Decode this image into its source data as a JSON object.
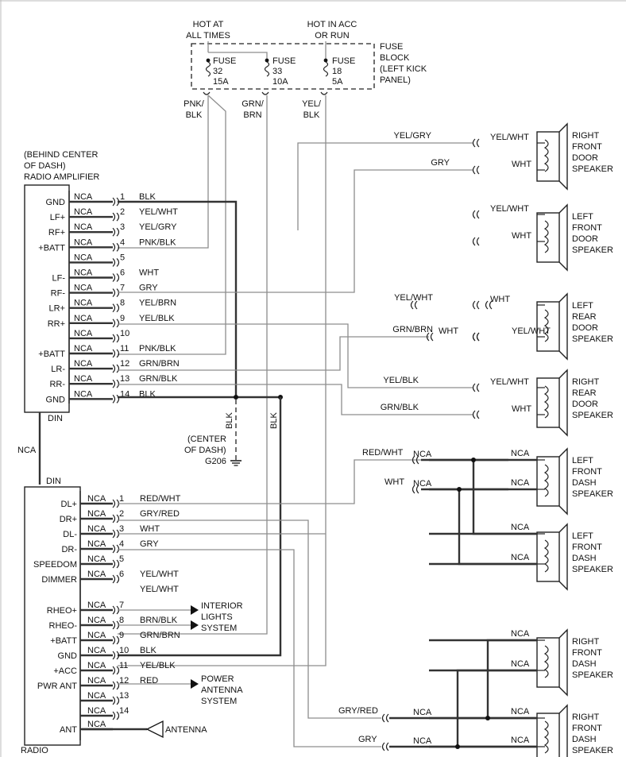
{
  "fuse_block": {
    "hot_all_times": [
      "HOT AT",
      "ALL TIMES"
    ],
    "hot_acc": [
      "HOT IN ACC",
      "OR RUN"
    ],
    "label": [
      "FUSE",
      "BLOCK",
      "(LEFT KICK",
      "PANEL)"
    ],
    "fuses": [
      {
        "name": "FUSE",
        "number": "32",
        "rating": "15A"
      },
      {
        "name": "FUSE",
        "number": "33",
        "rating": "10A"
      },
      {
        "name": "FUSE",
        "number": "18",
        "rating": "5A"
      }
    ],
    "outputs": [
      [
        "PNK/",
        "BLK"
      ],
      [
        "GRN/",
        "BRN"
      ],
      [
        "YEL/",
        "BLK"
      ]
    ]
  },
  "amplifier": {
    "title": [
      "(BEHIND CENTER",
      "OF DASH)",
      "RADIO AMPLIFIER"
    ],
    "pins": [
      {
        "label": "GND",
        "conn": "NCA",
        "num": "1",
        "wire": "BLK"
      },
      {
        "label": "LF+",
        "conn": "NCA",
        "num": "2",
        "wire": "YEL/WHT"
      },
      {
        "label": "RF+",
        "conn": "NCA",
        "num": "3",
        "wire": "YEL/GRY"
      },
      {
        "label": "+BATT",
        "conn": "NCA",
        "num": "4",
        "wire": "PNK/BLK"
      },
      {
        "label": "",
        "conn": "NCA",
        "num": "5",
        "wire": ""
      },
      {
        "label": "LF-",
        "conn": "NCA",
        "num": "6",
        "wire": "WHT"
      },
      {
        "label": "RF-",
        "conn": "NCA",
        "num": "7",
        "wire": "GRY"
      },
      {
        "label": "LR+",
        "conn": "NCA",
        "num": "8",
        "wire": "YEL/BRN"
      },
      {
        "label": "RR+",
        "conn": "NCA",
        "num": "9",
        "wire": "YEL/BLK"
      },
      {
        "label": "",
        "conn": "NCA",
        "num": "10",
        "wire": ""
      },
      {
        "label": "+BATT",
        "conn": "NCA",
        "num": "11",
        "wire": "PNK/BLK"
      },
      {
        "label": "LR-",
        "conn": "NCA",
        "num": "12",
        "wire": "GRN/BRN"
      },
      {
        "label": "RR-",
        "conn": "NCA",
        "num": "13",
        "wire": "GRN/BLK"
      },
      {
        "label": "GND",
        "conn": "NCA",
        "num": "14",
        "wire": "BLK"
      }
    ],
    "din": "DIN"
  },
  "din_link": {
    "nca": "NCA",
    "din": "DIN"
  },
  "ground": {
    "label": [
      "(CENTER",
      "OF DASH)",
      "G206"
    ],
    "wire1": "BLK",
    "wire2": "BLK"
  },
  "radio": {
    "title": "RADIO",
    "pins": [
      {
        "label": "DL+",
        "conn": "NCA",
        "num": "1",
        "wire": "RED/WHT"
      },
      {
        "label": "DR+",
        "conn": "NCA",
        "num": "2",
        "wire": "GRY/RED"
      },
      {
        "label": "DL-",
        "conn": "NCA",
        "num": "3",
        "wire": "WHT"
      },
      {
        "label": "DR-",
        "conn": "NCA",
        "num": "4",
        "wire": "GRY"
      },
      {
        "label": "SPEEDOM",
        "conn": "NCA",
        "num": "5",
        "wire": ""
      },
      {
        "label": "DIMMER",
        "conn": "NCA",
        "num": "6",
        "wire": "YEL/WHT"
      },
      {
        "label": "",
        "conn": "",
        "num": "",
        "wire": "YEL/WHT"
      },
      {
        "label": "RHEO+",
        "conn": "NCA",
        "num": "7",
        "wire": ""
      },
      {
        "label": "RHEO-",
        "conn": "NCA",
        "num": "8",
        "wire": "BRN/BLK"
      },
      {
        "label": "+BATT",
        "conn": "NCA",
        "num": "9",
        "wire": "GRN/BRN"
      },
      {
        "label": "GND",
        "conn": "NCA",
        "num": "10",
        "wire": "BLK"
      },
      {
        "label": "+ACC",
        "conn": "NCA",
        "num": "11",
        "wire": "YEL/BLK"
      },
      {
        "label": "PWR ANT",
        "conn": "NCA",
        "num": "12",
        "wire": "RED"
      },
      {
        "label": "",
        "conn": "NCA",
        "num": "13",
        "wire": ""
      },
      {
        "label": "",
        "conn": "NCA",
        "num": "14",
        "wire": ""
      },
      {
        "label": "ANT",
        "conn": "NCA",
        "num": "",
        "wire": ""
      }
    ],
    "interior_lights": [
      "INTERIOR",
      "LIGHTS",
      "SYSTEM"
    ],
    "power_antenna": [
      "POWER",
      "ANTENNA",
      "SYSTEM"
    ],
    "antenna": "ANTENNA"
  },
  "speakers": [
    {
      "name": [
        "RIGHT",
        "FRONT",
        "DOOR",
        "SPEAKER"
      ],
      "wires": [
        {
          "left": "YEL/GRY",
          "right": "YEL/WHT"
        },
        {
          "left": "GRY",
          "right": "WHT"
        }
      ]
    },
    {
      "name": [
        "LEFT",
        "FRONT",
        "DOOR",
        "SPEAKER"
      ],
      "wires": [
        {
          "left": "",
          "right": "YEL/WHT"
        },
        {
          "left": "",
          "right": "WHT"
        }
      ]
    },
    {
      "name": [
        "LEFT",
        "REAR",
        "DOOR",
        "SPEAKER"
      ],
      "wires": [
        {
          "left": "YEL/WHT",
          "right": "WHT"
        },
        {
          "left": "GRN/BRN",
          "mid": "WHT",
          "right": "YEL/WHT"
        }
      ]
    },
    {
      "name": [
        "RIGHT",
        "REAR",
        "DOOR",
        "SPEAKER"
      ],
      "wires": [
        {
          "left": "YEL/BLK",
          "right": "YEL/WHT"
        },
        {
          "left": "GRN/BLK",
          "right": "WHT"
        }
      ]
    },
    {
      "name": [
        "LEFT",
        "FRONT",
        "DASH",
        "SPEAKER"
      ],
      "wires": [
        {
          "left": "RED/WHT",
          "mid": "NCA",
          "right": "NCA"
        },
        {
          "left": "WHT",
          "mid": "NCA",
          "right": "NCA"
        }
      ]
    },
    {
      "name": [
        "LEFT",
        "FRONT",
        "DASH",
        "SPEAKER"
      ],
      "wires": [
        {
          "right": "NCA"
        },
        {
          "right": "NCA"
        }
      ]
    },
    {
      "name": [
        "RIGHT",
        "FRONT",
        "DASH",
        "SPEAKER"
      ],
      "wires": [
        {
          "right": "NCA"
        },
        {
          "right": "NCA"
        }
      ]
    },
    {
      "name": [
        "RIGHT",
        "FRONT",
        "DASH",
        "SPEAKER"
      ],
      "wires": [
        {
          "left": "GRY/RED",
          "mid": "NCA",
          "right": "NCA"
        },
        {
          "left": "GRY",
          "mid": "NCA",
          "right": "NCA"
        }
      ]
    }
  ]
}
